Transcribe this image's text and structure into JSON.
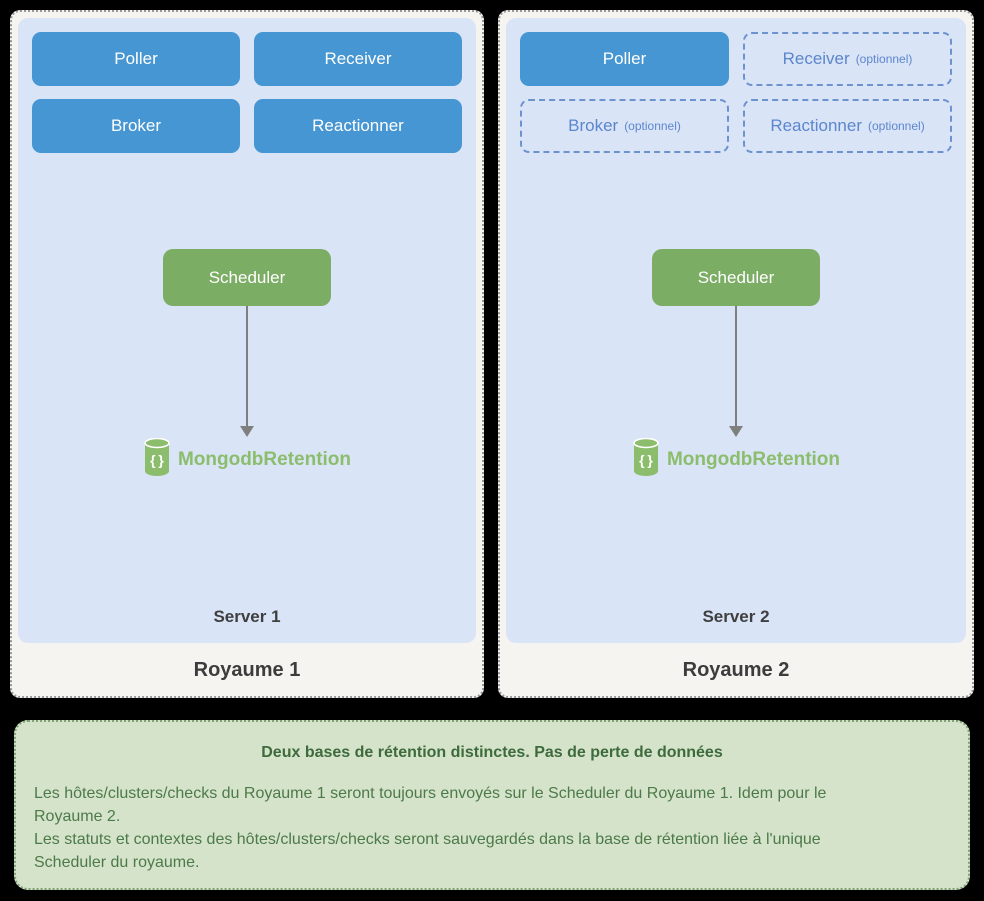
{
  "colors": {
    "page_background": "#000000",
    "realm_panel_bg": "#f5f4f1",
    "realm_panel_border": "#999999",
    "server_panel_bg": "#d9e4f7",
    "daemon_blue": "#4596d2",
    "optional_border_blue": "#6d93cf",
    "optional_text_blue": "#5c86cd",
    "scheduler_green": "#7bad64",
    "mongo_green": "#8cbd6c",
    "arrow_gray": "#7f7f7f",
    "note_bg": "#d4e3ca",
    "note_border": "#7fa173",
    "note_title_green": "#3e6b3c",
    "note_body_green": "#4d7a49"
  },
  "realms": [
    {
      "label": "Royaume 1",
      "server_label": "Server 1",
      "daemons": [
        {
          "label": "Poller"
        },
        {
          "label": "Receiver"
        },
        {
          "label": "Broker"
        },
        {
          "label": "Reactionner"
        }
      ],
      "scheduler_label": "Scheduler",
      "database_label": "MongodbRetention",
      "database_icon": "mongodb-cylinder-icon"
    },
    {
      "label": "Royaume 2",
      "server_label": "Server 2",
      "daemons": [
        {
          "label": "Poller"
        },
        {
          "label": "Receiver",
          "suffix": "(optionnel)"
        },
        {
          "label": "Broker",
          "suffix": "(optionnel)"
        },
        {
          "label": "Reactionner",
          "suffix": "(optionnel)"
        }
      ],
      "scheduler_label": "Scheduler",
      "database_label": "MongodbRetention",
      "database_icon": "mongodb-cylinder-icon"
    }
  ],
  "note": {
    "title": "Deux bases de rétention distinctes. Pas de perte de données",
    "lines": [
      "Les hôtes/clusters/checks du Royaume 1 seront toujours envoyés sur le Scheduler du Royaume 1. Idem pour le",
      "Royaume 2.",
      "Les statuts et contextes des hôtes/clusters/checks seront sauvegardés dans la base de rétention liée à l'unique",
      "Scheduler du royaume."
    ]
  }
}
